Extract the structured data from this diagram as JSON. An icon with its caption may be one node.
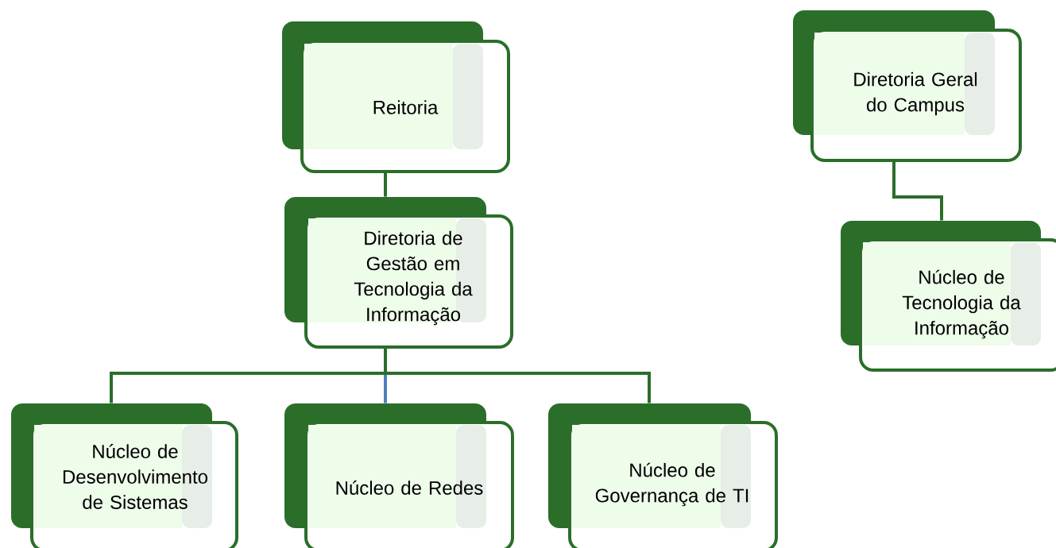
{
  "diagram": {
    "nodes": [
      {
        "text": [
          "Reitoria"
        ]
      },
      {
        "text": [
          "Diretoria de Gestão em Tecnologia da Informação"
        ]
      },
      {
        "text": [
          "Núcleo de Desenvolvimento de Sistemas"
        ]
      },
      {
        "text": [
          "Núcleo de Redes"
        ]
      },
      {
        "text": [
          "Núcleo de Governança de TI"
        ]
      },
      {
        "text": [
          "Diretoria Geral do Campus"
        ]
      },
      {
        "text": [
          "Núcleo de Tecnologia da Informação"
        ]
      }
    ],
    "edges": [
      {
        "from": 0,
        "to": 1,
        "arrow": "none"
      },
      {
        "from": 1,
        "to": 2,
        "arrow": "none"
      },
      {
        "from": 1,
        "to": 3,
        "arrow": "none",
        "color": "#4f81bd"
      },
      {
        "from": 1,
        "to": 4,
        "arrow": "none"
      },
      {
        "from": 5,
        "to": 6,
        "arrow": "none"
      }
    ]
  }
}
